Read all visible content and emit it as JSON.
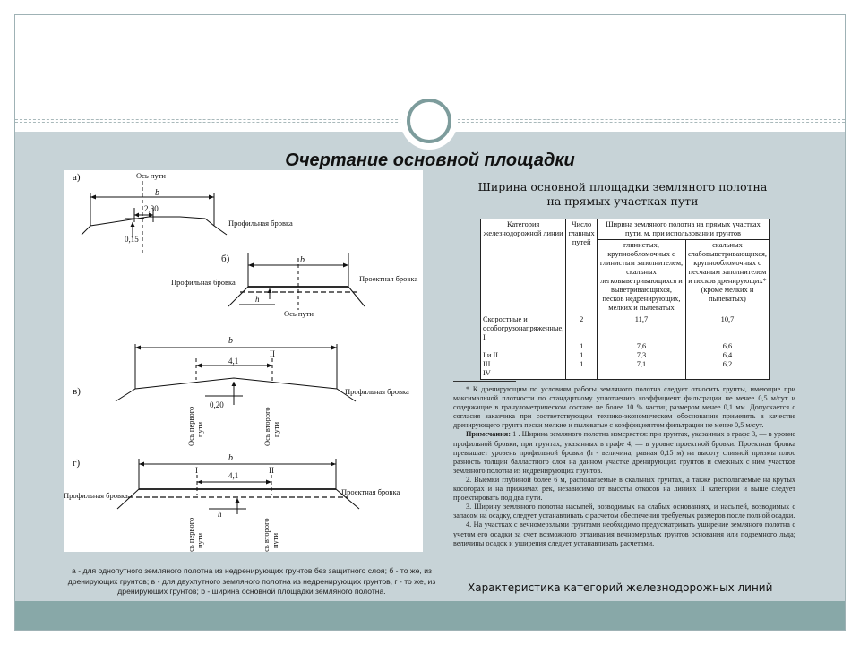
{
  "slide": {
    "title": "Очертание основной площадки",
    "colors": {
      "band": "#c7d3d7",
      "bar": "#88a8a8",
      "ring": "#7d9c9c"
    }
  },
  "figure": {
    "label_a": "а)",
    "label_b": "б)",
    "label_v": "в)",
    "label_g": "г)",
    "os_puti": "Ось пути",
    "b": "b",
    "h": "h",
    "v230": "2,30",
    "v015": "0,15",
    "v41": "4,1",
    "v020": "0,20",
    "profilnaya": "Профильная бровка",
    "proektnaya": "Проектная бровка",
    "os_pervogo_1": "Ось первого",
    "os_pervogo_2": "пути",
    "os_vtorogo_1": "Ось второго",
    "os_vtorogo_2": "пути",
    "roman1": "I",
    "roman2": "II",
    "caption": "а - для однопутного земляного полотна из недренирующих грунтов без защитного слоя; б - то же, из дренирующих грунтов; в - для двухпутного земляного полотна из недренирующих грунтов, г - то же, из дренирующих грунтов; b - ширина основной площадки земляного полотна."
  },
  "right": {
    "title_line1": "Ширина основной площадки земляного полотна",
    "title_line2": "на прямых участках пути",
    "table": {
      "h_category": "Категория железнодорожной линии",
      "h_tracks": "Число главных путей",
      "h_width": "Ширина земляного полотна на прямых участках пути, м, при использовании грунтов",
      "h_clay": "глинистых, крупнообломочных с глинистым заполнителем, скальных легковыветривающихся и выветривающихся, песков недренирующих, мелких и пылеватых",
      "h_rock": "скальных слабовыветривающихся, крупнообломочных с песчаным заполнителем и песков дренирующих* (кроме мелких и пылеватых)",
      "categories": "Скоростные и особогрузонапряженные, I\n\nI и II\nIII\nIV",
      "tracks": "2\n\n\n1\n1\n1",
      "clay": "11,7\n\n\n7,6\n7,3\n7,1",
      "rock": "10,7\n\n\n6,6\n6,4\n6,2"
    },
    "footnote": "* К дренирующим по условиям работы земляного полотна следует относить грунты, имеющие при максимальной плотности по стандартному уплотнению коэффициент фильтрации не менее 0,5 м/сут и содержащие в гранулометрическом составе не более 10 % частиц размером менее 0,1 мм. Допускается с согласия заказчика при соответствующем технико-экономическом обосновании применять в качестве дренирующего грунта пески мелкие и пылеватые с коэффициентом фильтрации не менее 0,5 м/сут.",
    "notes_head": "Примечания:",
    "note1": " 1 . Ширина земляного полотна измеряется: при грунтах, указанных в графе 3, — в уровне профильной бровки, при грунтах, указанных в графе 4, — в уровне проектной бровки. Проектная бровка превышает уровень профильной бровки (h - величина, равная 0,15 м) на высоту сливной призмы плюс разность толщин балластного слоя на данном участке дренирующих грунтов и смежных с ним участков земляного полотна из недренирующих грунтов.",
    "note2": "2. Выемки глубиной более 6 м, располагаемые в скальных грунтах, а также располагаемые на крутых косогорах и на прижимах рек, независимо от высоты откосов на линиях II категории и выше следует проектировать под два пути.",
    "note3": "3. Ширину земляного полотна насыпей, возводимых на слабых основаниях, и насыпей, возводимых с запасом на осадку, следует устанавливать с расчетом обеспечения требуемых размеров после полной осадки.",
    "note4": "4. На участках с вечномерзлыми грунтами необходимо предусматривать уширение земляного полотна с учетом его осадки за счет возможного оттаивания вечномерзлых грунтов основания или подземного льда; величины осадок и уширения следует устанавливать расчетами.",
    "bottom_heading": "Характеристика категорий железнодорожных линий"
  }
}
